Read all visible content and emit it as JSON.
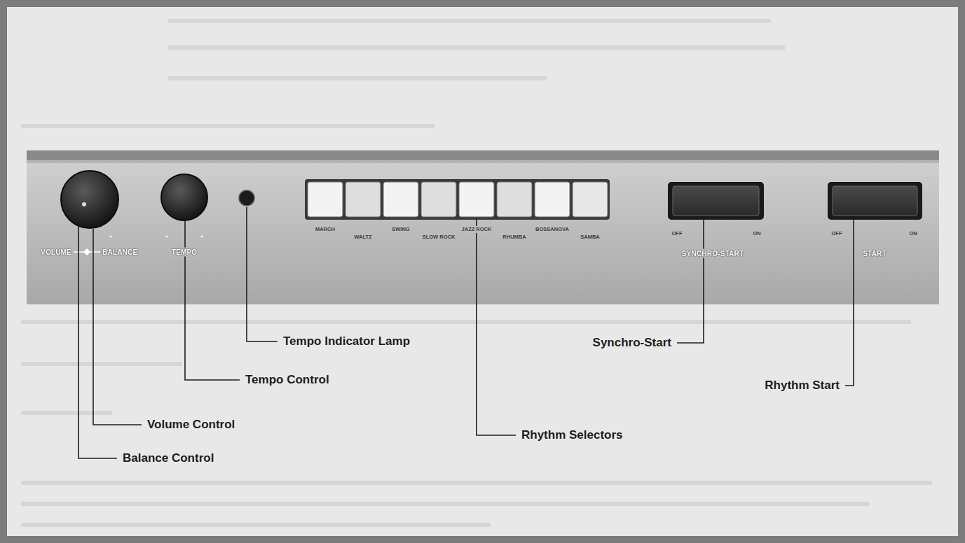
{
  "diagram": {
    "labels": [
      "VOLUME",
      "BALANCE",
      "TEMPO",
      "MARCH",
      "WALTZ",
      "SWING",
      "SLOW ROCK",
      "JAZZ ROCK",
      "RHUMBA",
      "BOSSANOVA",
      "SAMBA",
      "OFF",
      "ON",
      "SYNCHRO-START",
      "OFF",
      "ON",
      "START",
      "Tempo Indicator Lamp",
      "Synchro-Start",
      "Tempo Control",
      "Rhythm Start",
      "Volume Control",
      "Rhythm Selectors",
      "Balance Control"
    ]
  }
}
